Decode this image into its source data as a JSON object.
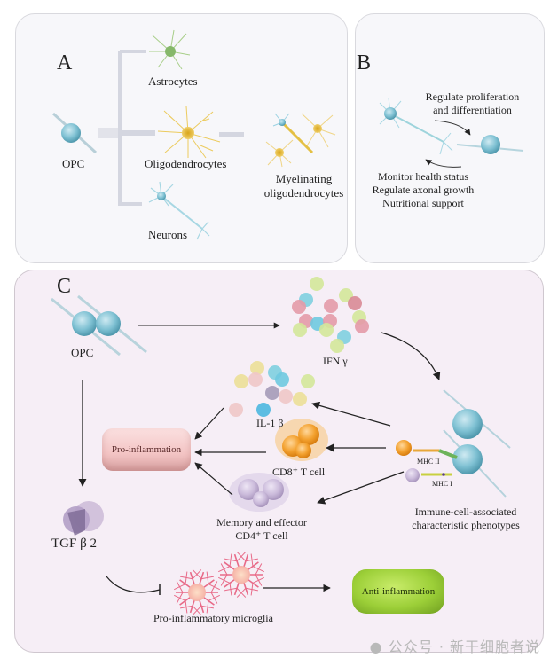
{
  "panel_a": {
    "letter": "A",
    "opc": "OPC",
    "astrocytes": "Astrocytes",
    "oligodendrocytes": "Oligodendrocytes",
    "neurons": "Neurons",
    "myelinating_line1": "Myelinating",
    "myelinating_line2": "oligodendrocytes"
  },
  "panel_b": {
    "letter": "B",
    "top_line1": "Regulate proliferation",
    "top_line2": "and differentiation",
    "bottom_line1": "Monitor  health status",
    "bottom_line2": "Regulate axonal growth",
    "bottom_line3": "Nutritional support"
  },
  "panel_c": {
    "letter": "C",
    "opc": "OPC",
    "ifn": "IFN γ",
    "il1b": "IL-1 β",
    "pro_inflammation": "Pro-inflammation",
    "cd8": "CD8⁺ T cell",
    "mhc2": "MHC II",
    "mhc1": "MHC I",
    "cd4_line1": "Memory and effector",
    "cd4_line2": "CD4⁺ T cell",
    "immune_line1": "Immune-cell-associated",
    "immune_line2": "characteristic phenotypes",
    "tgf": "TGF β 2",
    "microglia": "Pro-inflammatory microglia",
    "anti_inflammation": "Anti-inflammation"
  },
  "watermark": "公众号 · 新干细胞者说",
  "colors": {
    "opc_blue": "#7fc1d3",
    "oligo_yellow": "#e8c24a",
    "astro_green": "#9cc57a",
    "cd8_orange": "#f0a030",
    "cd4_lavender": "#c9b9d9",
    "microglia_pink": "#e86a88",
    "anti_green": "#9ccf38",
    "pro_pink": "#f3c4c4"
  }
}
